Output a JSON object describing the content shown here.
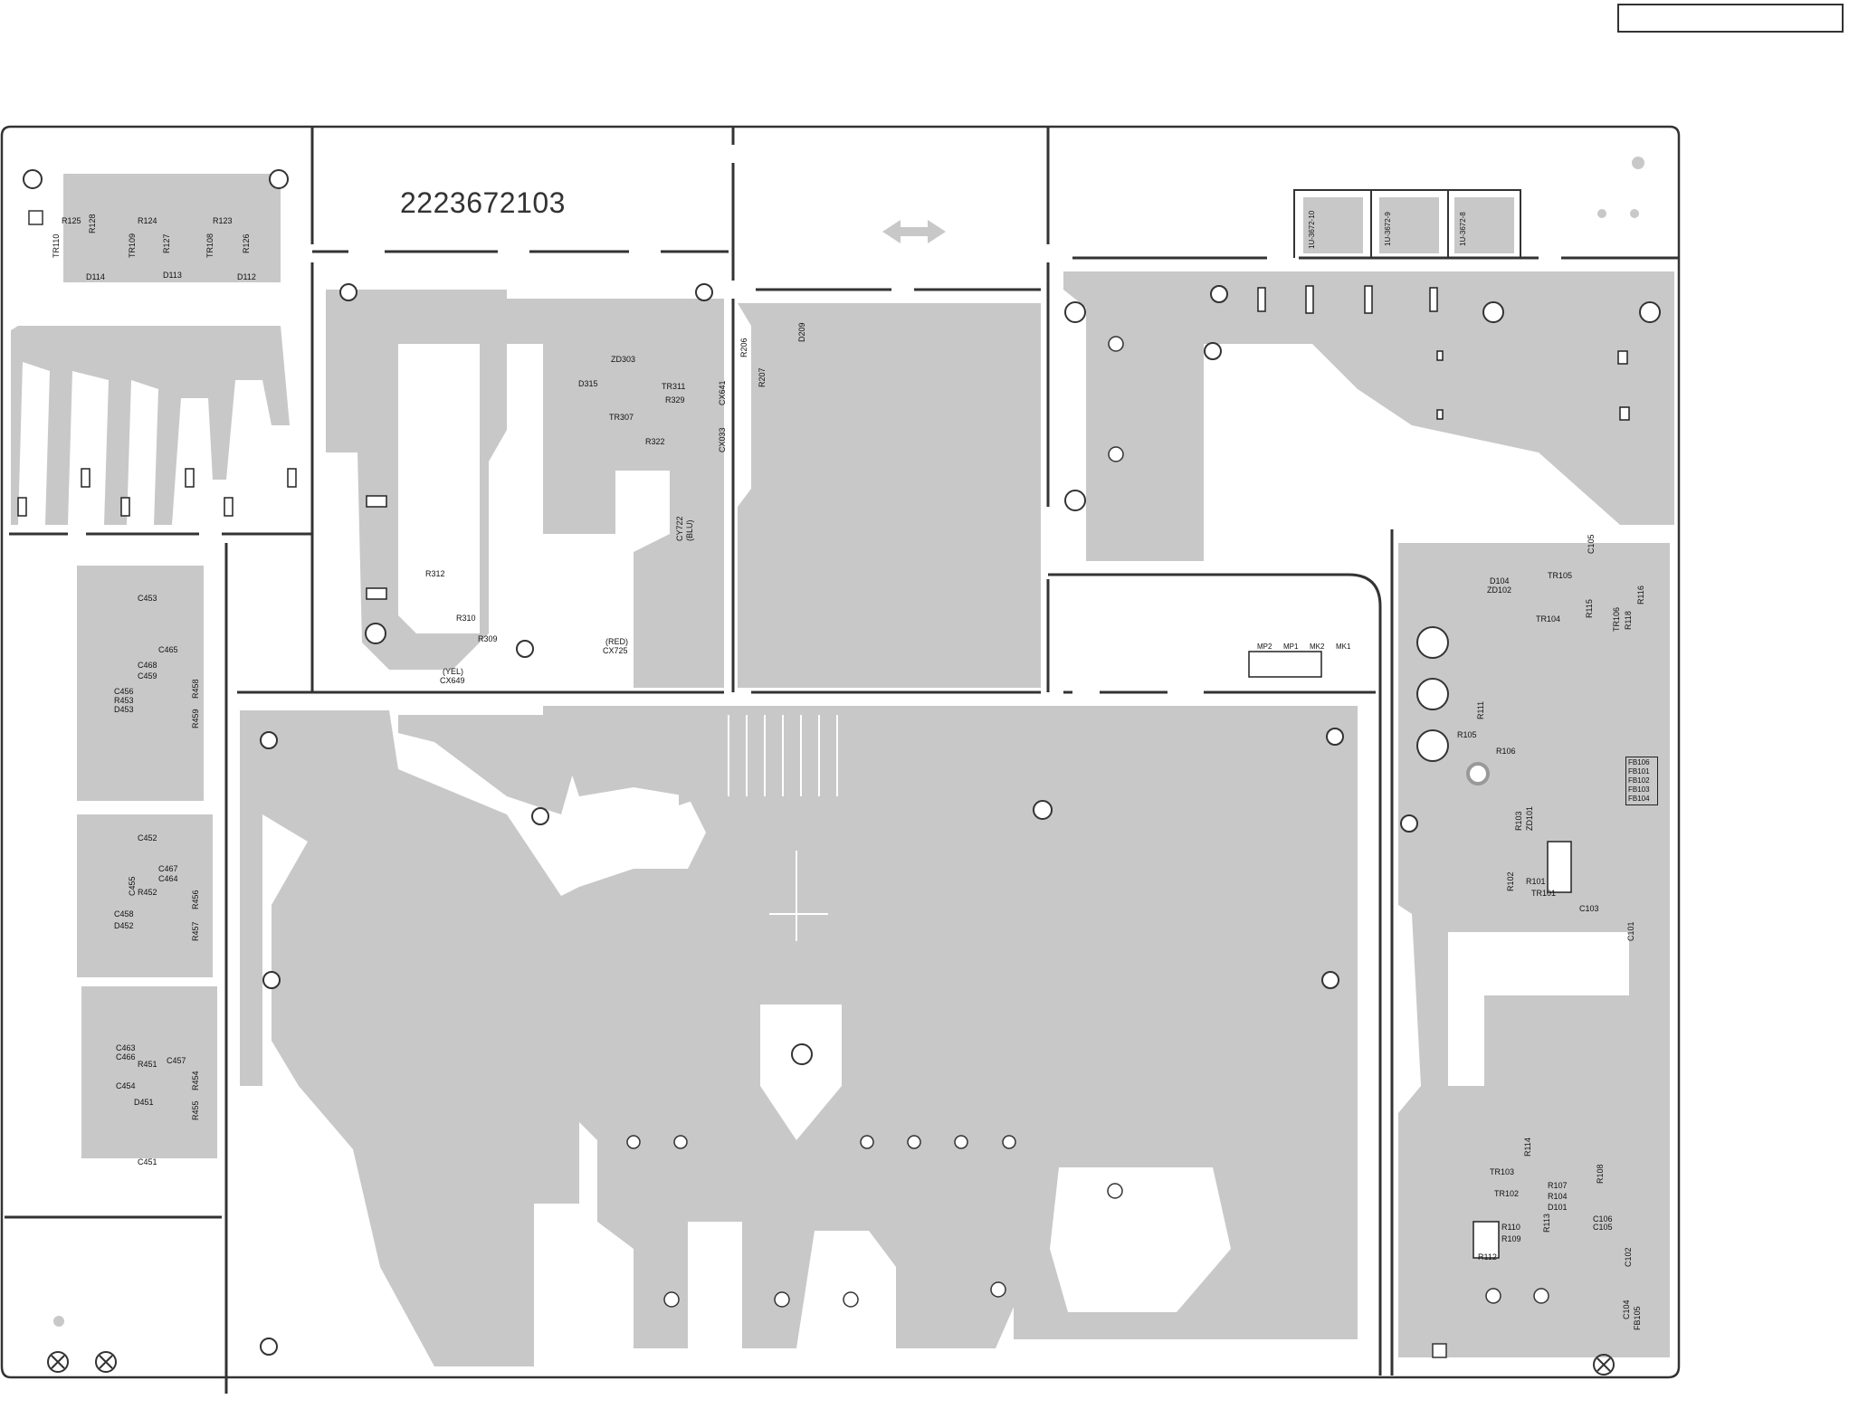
{
  "board": {
    "part_number": "2223672103",
    "title_box_text": ""
  },
  "labels": {
    "R125": "R125",
    "R128": "R128",
    "R124": "R124",
    "R123": "R123",
    "TR110": "TR110",
    "TR109": "TR109",
    "R127": "R127",
    "TR108": "TR108",
    "R126": "R126",
    "D114": "D114",
    "D113": "D113",
    "D112": "D112",
    "ZD303": "ZD303",
    "D315": "D315",
    "TR311": "TR311",
    "R329": "R329",
    "TR307": "TR307",
    "R322": "R322",
    "CX641": "CX641",
    "CX033": "CX033",
    "CY722": "CY722",
    "BLU": "(BLU)",
    "R206": "R206",
    "R207": "R207",
    "D209": "D209",
    "R312": "R312",
    "R310": "R310",
    "R309": "R309",
    "YEL": "(YEL)",
    "CX649": "CX649",
    "RED": "(RED)",
    "CX725": "CX725",
    "conn1": "1U-3672-10",
    "conn2": "1U-3672-9",
    "conn3": "1U-3672-8",
    "MP2": "MP2",
    "MP1": "MP1",
    "MK2": "MK2",
    "MK1": "MK1",
    "C453": "C453",
    "C465": "C465",
    "C468": "C468",
    "C459": "C459",
    "C456": "C456",
    "R453": "R453",
    "D453": "D453",
    "R458": "R458",
    "R459": "R459",
    "C452": "C452",
    "C467": "C467",
    "C464": "C464",
    "C455": "C455",
    "R452": "R452",
    "C458": "C458",
    "D452": "D452",
    "R456": "R456",
    "R457": "R457",
    "C463": "C463",
    "C466": "C466",
    "R451": "R451",
    "C457": "C457",
    "C454": "C454",
    "D451": "D451",
    "R454": "R454",
    "R455": "R455",
    "C451": "C451",
    "C105": "C105",
    "D104": "D104",
    "ZD102": "ZD102",
    "TR105": "TR105",
    "TR104": "TR104",
    "R115": "R115",
    "TR106": "TR106",
    "R118": "R118",
    "R116": "R116",
    "R111": "R111",
    "R105": "R105",
    "R106": "R106",
    "FB106": "FB106",
    "FB101": "FB101",
    "FB102": "FB102",
    "FB103": "FB103",
    "FB104": "FB104",
    "R103": "R103",
    "ZD101": "ZD101",
    "R102": "R102",
    "R101": "R101",
    "TR101": "TR101",
    "C103": "C103",
    "C101": "C101",
    "R114": "R114",
    "TR103": "TR103",
    "R107": "R107",
    "R108": "R108",
    "TR102": "TR102",
    "R104": "R104",
    "D101": "D101",
    "R113": "R113",
    "C106": "C106",
    "C105b": "C105",
    "R110": "R110",
    "R109": "R109",
    "R112": "R112",
    "C102": "C102",
    "C104": "C104",
    "FB105": "FB105"
  }
}
